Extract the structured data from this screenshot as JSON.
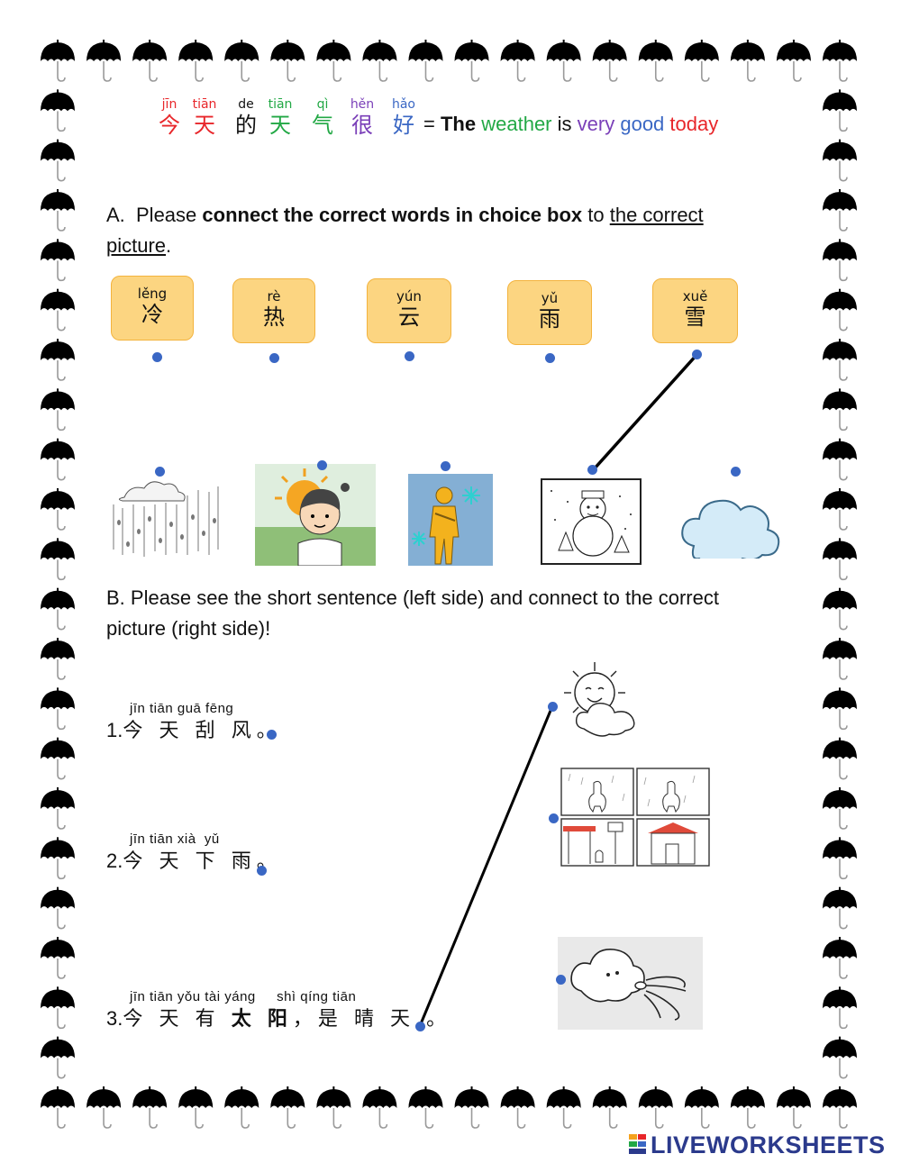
{
  "title": {
    "words": [
      {
        "pinyin": "jīn",
        "hanzi": "今",
        "color": "#e8262a"
      },
      {
        "pinyin": "tiān",
        "hanzi": "天",
        "color": "#e8262a"
      },
      {
        "pinyin": "de",
        "hanzi": "的",
        "color": "#111111"
      },
      {
        "pinyin": "tiān",
        "hanzi": "天",
        "color": "#22a845"
      },
      {
        "pinyin": "qì",
        "hanzi": "气",
        "color": "#22a845"
      },
      {
        "pinyin": "hěn",
        "hanzi": "很",
        "color": "#7a3fb8"
      },
      {
        "pinyin": "hǎo",
        "hanzi": "好",
        "color": "#3a67c4"
      }
    ],
    "equals": "=",
    "the": "The",
    "weather": "weather",
    "is": "is",
    "very": "very",
    "good": "good",
    "today": "today",
    "colors": {
      "weather": "#22a845",
      "very": "#7a3fb8",
      "good": "#3a67c4",
      "today": "#e8262a"
    }
  },
  "sectionA": {
    "prefix": "A.  Please ",
    "bold": "connect the correct words in choice box",
    "middle": " to ",
    "underlined_1": "the correct",
    "underlined_2": "picture",
    "end": ".",
    "choices": [
      {
        "pinyin": "lěng",
        "hanzi": "冷"
      },
      {
        "pinyin": "rè",
        "hanzi": "热"
      },
      {
        "pinyin": "yún",
        "hanzi": "云"
      },
      {
        "pinyin": "yǔ",
        "hanzi": "雨"
      },
      {
        "pinyin": "xuě",
        "hanzi": "雪"
      }
    ],
    "pictures": [
      "rain-picture",
      "hot-sun-picture",
      "cold-person-picture",
      "snowman-picture",
      "cloud-picture"
    ]
  },
  "sectionB": {
    "line1": "B. Please see the short sentence (left side) and connect to the correct",
    "line2": "picture (right side)!",
    "sentences": [
      {
        "pinyin": "jīn tiān guā fēng",
        "number": "1.",
        "text": "今 天 刮 风。"
      },
      {
        "pinyin": "jīn tiān xià  yǔ",
        "number": "2.",
        "text": "今 天 下 雨。"
      },
      {
        "pinyin": "jīn tiān yǒu tài yáng     shì qíng tiān",
        "number": "3.",
        "text_a": "今 天 有 ",
        "text_bold": "太 阳",
        "text_b": "，是 晴 天 。"
      }
    ],
    "pictures": [
      "sun-cloud-picture",
      "rainy-comic-picture",
      "wind-cloud-picture"
    ]
  },
  "footer": {
    "brand": "LIVEWORKSHEETS"
  },
  "colors": {
    "dot": "#3a67c4",
    "box_fill": "#fcd581",
    "box_border": "#f3b33d"
  }
}
